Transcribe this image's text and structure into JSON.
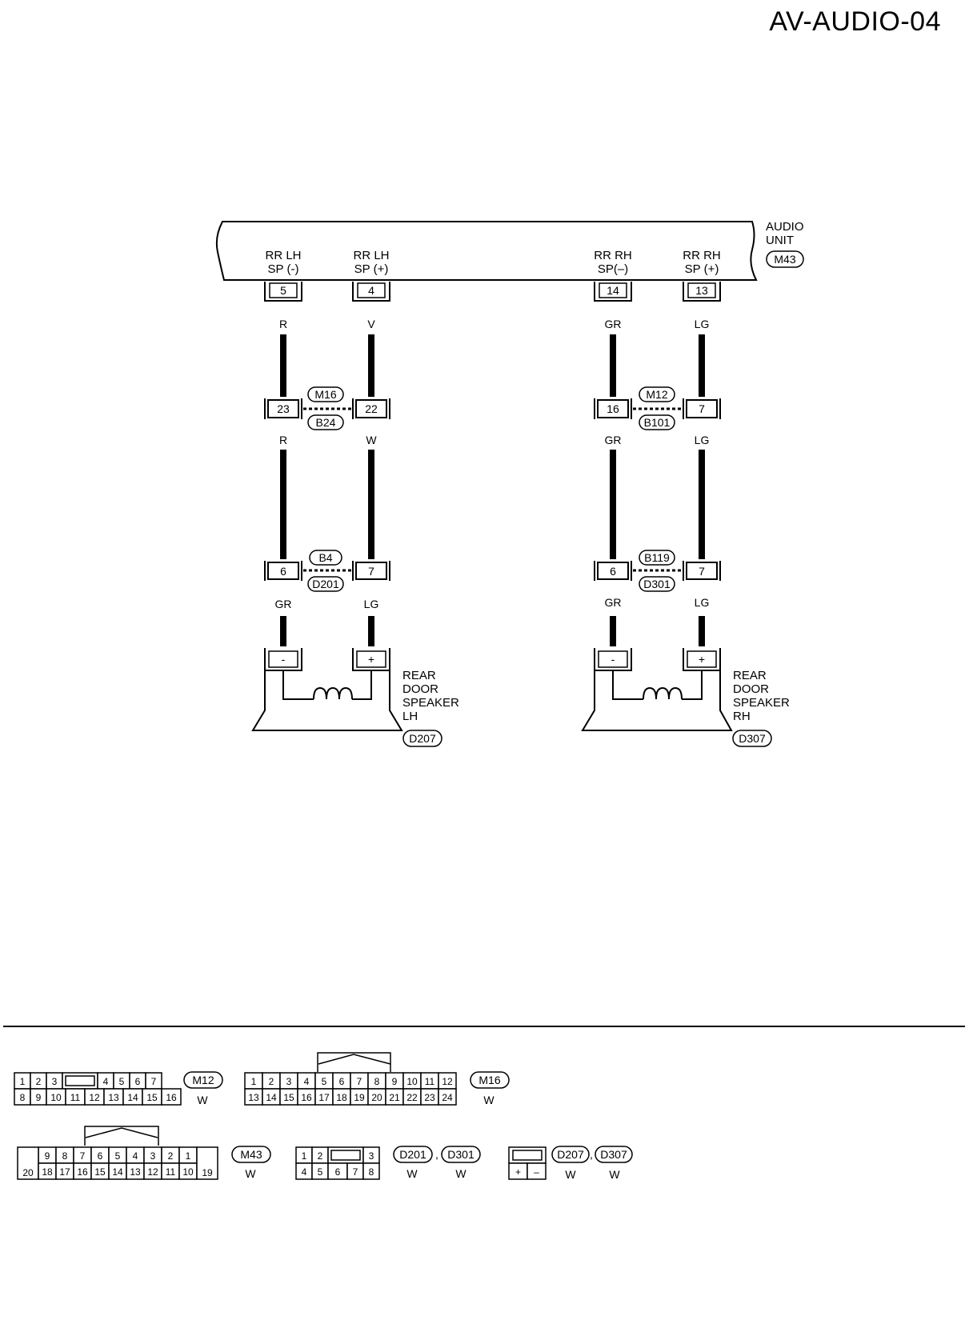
{
  "page_title": "AV-AUDIO-04",
  "audio_unit": {
    "name_line1": "AUDIO",
    "name_line2": "UNIT",
    "connector": "M43",
    "terminals": [
      {
        "label1": "RR LH",
        "label2": "SP (-)",
        "pin": "5"
      },
      {
        "label1": "RR LH",
        "label2": "SP (+)",
        "pin": "4"
      },
      {
        "label1": "RR RH",
        "label2": "SP(–)",
        "pin": "14"
      },
      {
        "label1": "RR RH",
        "label2": "SP (+)",
        "pin": "13"
      }
    ]
  },
  "wire_colors": {
    "lh_minus_top": "R",
    "lh_plus_top": "V",
    "rh_minus_top": "GR",
    "rh_plus_top": "LG",
    "lh_minus_mid": "R",
    "lh_plus_mid": "W",
    "rh_minus_mid": "GR",
    "rh_plus_mid": "LG",
    "lh_minus_bot": "GR",
    "lh_plus_bot": "LG",
    "rh_minus_bot": "GR",
    "rh_plus_bot": "LG"
  },
  "junctions": {
    "lh_upper": {
      "top_id": "M16",
      "bottom_id": "B24",
      "pin_left": "23",
      "pin_right": "22"
    },
    "rh_upper": {
      "top_id": "M12",
      "bottom_id": "B101",
      "pin_left": "16",
      "pin_right": "7"
    },
    "lh_lower": {
      "top_id": "B4",
      "bottom_id": "D201",
      "pin_left": "6",
      "pin_right": "7"
    },
    "rh_lower": {
      "top_id": "B119",
      "bottom_id": "D301",
      "pin_left": "6",
      "pin_right": "7"
    }
  },
  "speakers": {
    "lh": {
      "line1": "REAR",
      "line2": "DOOR",
      "line3": "SPEAKER",
      "line4": "LH",
      "connector": "D207",
      "minus": "-",
      "plus": "+"
    },
    "rh": {
      "line1": "REAR",
      "line2": "DOOR",
      "line3": "SPEAKER",
      "line4": "RH",
      "connector": "D307",
      "minus": "-",
      "plus": "+"
    }
  },
  "connector_views": {
    "m12": {
      "id": "M12",
      "color": "W",
      "row1": [
        "1",
        "2",
        "3",
        "",
        "4",
        "5",
        "6",
        "7"
      ],
      "row2": [
        "8",
        "9",
        "10",
        "11",
        "12",
        "13",
        "14",
        "15",
        "16"
      ]
    },
    "m16": {
      "id": "M16",
      "color": "W",
      "row1": [
        "1",
        "2",
        "3",
        "4",
        "5",
        "6",
        "7",
        "8",
        "9",
        "10",
        "11",
        "12"
      ],
      "row2": [
        "13",
        "14",
        "15",
        "16",
        "17",
        "18",
        "19",
        "20",
        "21",
        "22",
        "23",
        "24"
      ]
    },
    "m43": {
      "id": "M43",
      "color": "W",
      "row1": [
        "9",
        "8",
        "7",
        "6",
        "5",
        "4",
        "3",
        "2",
        "1"
      ],
      "row2": [
        "20",
        "18",
        "17",
        "16",
        "15",
        "14",
        "13",
        "12",
        "11",
        "10",
        "19"
      ]
    },
    "d201": {
      "id1": "D201",
      "id2": "D301",
      "sep": ",",
      "color1": "W",
      "color2": "W",
      "row1": [
        "1",
        "2",
        "",
        "3"
      ],
      "row2": [
        "4",
        "5",
        "6",
        "7",
        "8"
      ]
    },
    "d207": {
      "id1": "D207",
      "id2": "D307",
      "sep": ",",
      "color1": "W",
      "color2": "W",
      "row2": [
        "+",
        "–"
      ]
    }
  }
}
